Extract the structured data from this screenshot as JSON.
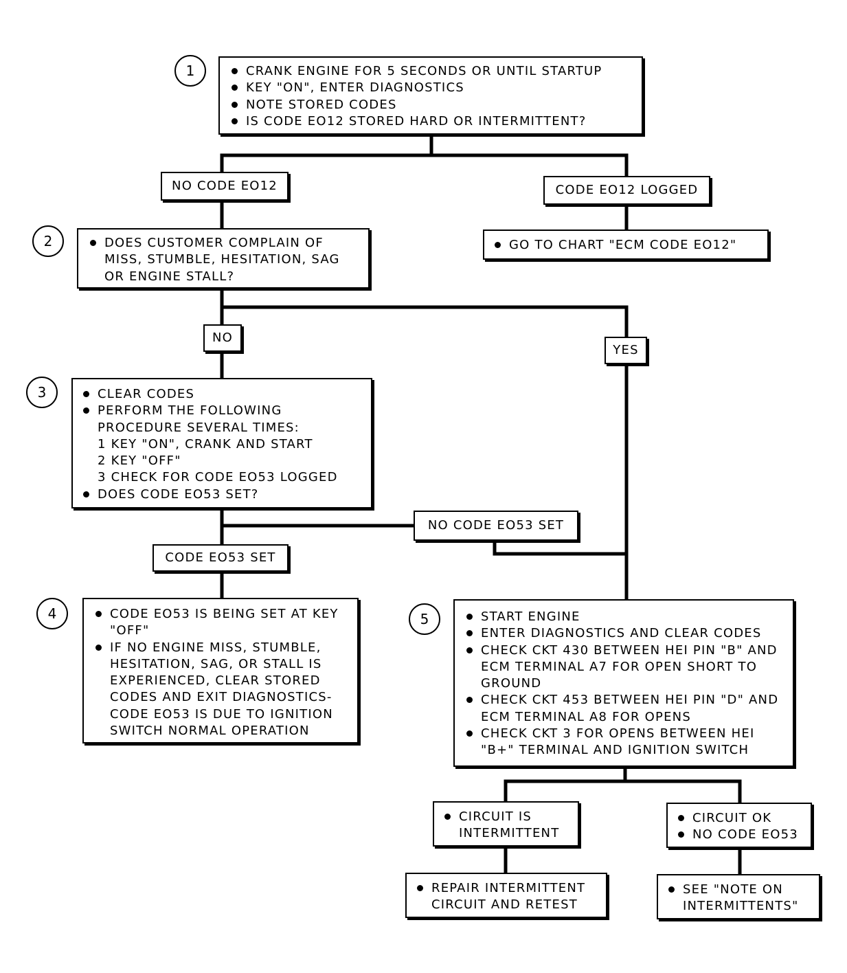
{
  "steps": [
    {
      "number": "1",
      "items": [
        "CRANK ENGINE FOR 5 SECONDS OR UNTIL STARTUP",
        "KEY \"ON\", ENTER DIAGNOSTICS",
        "NOTE STORED CODES",
        "IS CODE EO12 STORED HARD OR INTERMITTENT?"
      ]
    },
    {
      "number": "2",
      "items": [
        "DOES CUSTOMER COMPLAIN OF MISS, STUMBLE, HESITATION, SAG OR ENGINE STALL?"
      ]
    },
    {
      "number": "3",
      "items": [
        "CLEAR CODES",
        "PERFORM THE FOLLOWING PROCEDURE SEVERAL TIMES:",
        "DOES CODE EO53 SET?"
      ],
      "sub_items": [
        "1  KEY \"ON\", CRANK AND START",
        "2  KEY \"OFF\"",
        "3  CHECK FOR CODE EO53 LOGGED"
      ]
    },
    {
      "number": "4",
      "items": [
        "CODE EO53 IS BEING SET AT KEY \"OFF\"",
        "IF NO ENGINE MISS, STUMBLE, HESITATION, SAG, OR STALL IS EXPERIENCED, CLEAR STORED CODES AND EXIT DIAGNOSTICS- CODE EO53 IS DUE TO IGNITION SWITCH NORMAL OPERATION"
      ]
    },
    {
      "number": "5",
      "items": [
        "START ENGINE",
        "ENTER DIAGNOSTICS AND CLEAR CODES",
        "CHECK CKT 430 BETWEEN HEI PIN \"B\" AND ECM TERMINAL A7 FOR OPEN SHORT TO GROUND",
        "CHECK CKT 453 BETWEEN HEI PIN \"D\" AND ECM TERMINAL A8 FOR OPENS",
        "CHECK CKT 3 FOR OPENS BETWEEN HEI \"B+\" TERMINAL AND IGNITION SWITCH"
      ]
    }
  ],
  "labels": {
    "no_code_eo12": "NO CODE EO12",
    "code_eo12_logged": "CODE EO12 LOGGED",
    "no": "NO",
    "yes": "YES",
    "no_code_eo53_set": "NO CODE EO53 SET",
    "code_eo53_set": "CODE EO53 SET"
  },
  "outcomes": {
    "go_to_chart": "GO TO CHART \"ECM CODE EO12\"",
    "circuit_intermittent": "CIRCUIT IS INTERMITTENT",
    "repair": "REPAIR INTERMITTENT CIRCUIT AND RETEST",
    "circuit_ok": "CIRCUIT OK",
    "no_code_eo53": "NO CODE EO53",
    "see_note": "SEE \"NOTE ON INTERMITTENTS\""
  }
}
